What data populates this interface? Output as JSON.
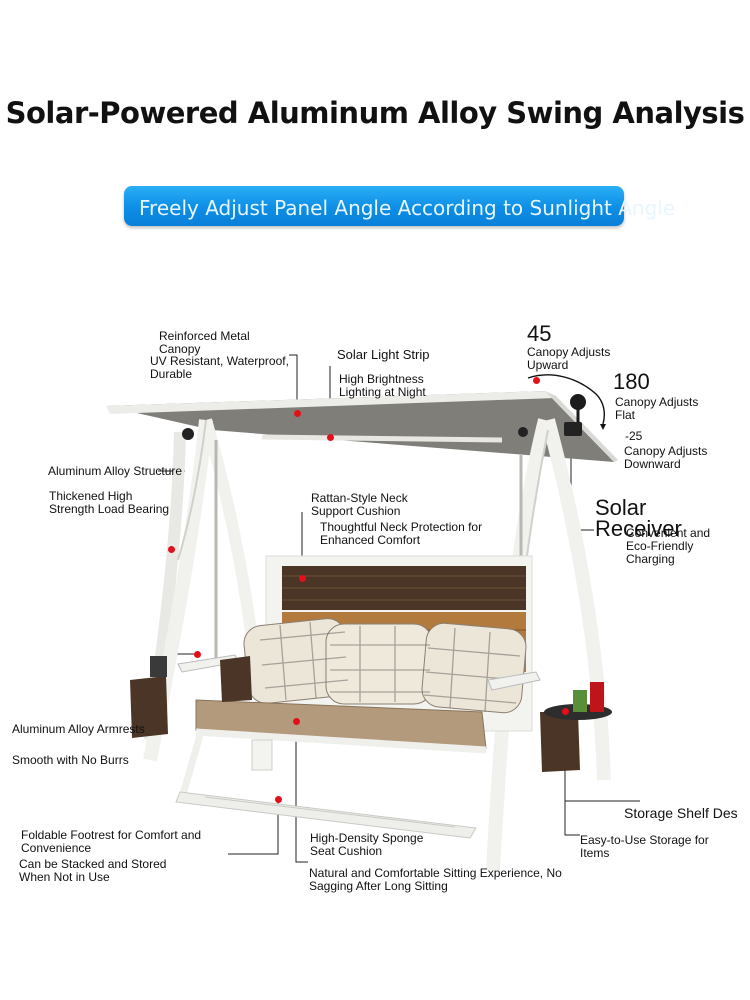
{
  "page": {
    "title": "Solar-Powered Aluminum Alloy Swing Analysis",
    "banner": "Freely Adjust Panel Angle According to Sunlight Angle"
  },
  "callouts": {
    "canopy_title": "Reinforced Metal Canopy",
    "canopy_desc": "UV Resistant, Waterproof, Durable",
    "light_title": "Solar Light Strip",
    "light_desc": "High Brightness Lighting at Night",
    "angle_up_value": "45",
    "angle_up_label": "Canopy Adjusts Upward",
    "angle_flat_value": "180",
    "angle_flat_label": "Canopy Adjusts Flat",
    "angle_down_value": "-25",
    "angle_down_label": "Canopy Adjusts Downward",
    "structure_title": "Aluminum Alloy Structure",
    "structure_desc": "Thickened High Strength Load Bearing",
    "neck_title": "Rattan-Style Neck Support Cushion",
    "neck_desc": "Thoughtful Neck Protection for Enhanced Comfort",
    "receiver_title": "Solar Receiver",
    "receiver_desc": "Convenient and Eco-Friendly Charging",
    "armrest_title": "Aluminum Alloy Armrests",
    "armrest_desc": "Smooth with No Burrs",
    "footrest_title": "Foldable Footrest for Comfort and Convenience",
    "footrest_desc": "Can be Stacked and Stored When Not in Use",
    "sponge_title": "High-Density Sponge Seat Cushion",
    "sponge_desc": "Natural and Comfortable Sitting Experience, No Sagging After Long Sitting",
    "shelf_title": "Storage Shelf Des",
    "shelf_desc": "Easy-to-Use Storage for Items"
  },
  "colors": {
    "accent_dot": "#e3101b",
    "banner_blue": "#1298ea",
    "frame": "#f1f1ee",
    "canopy": "#7d7c76",
    "rattan": "#4a3526",
    "cushion": "#b39a7c"
  }
}
